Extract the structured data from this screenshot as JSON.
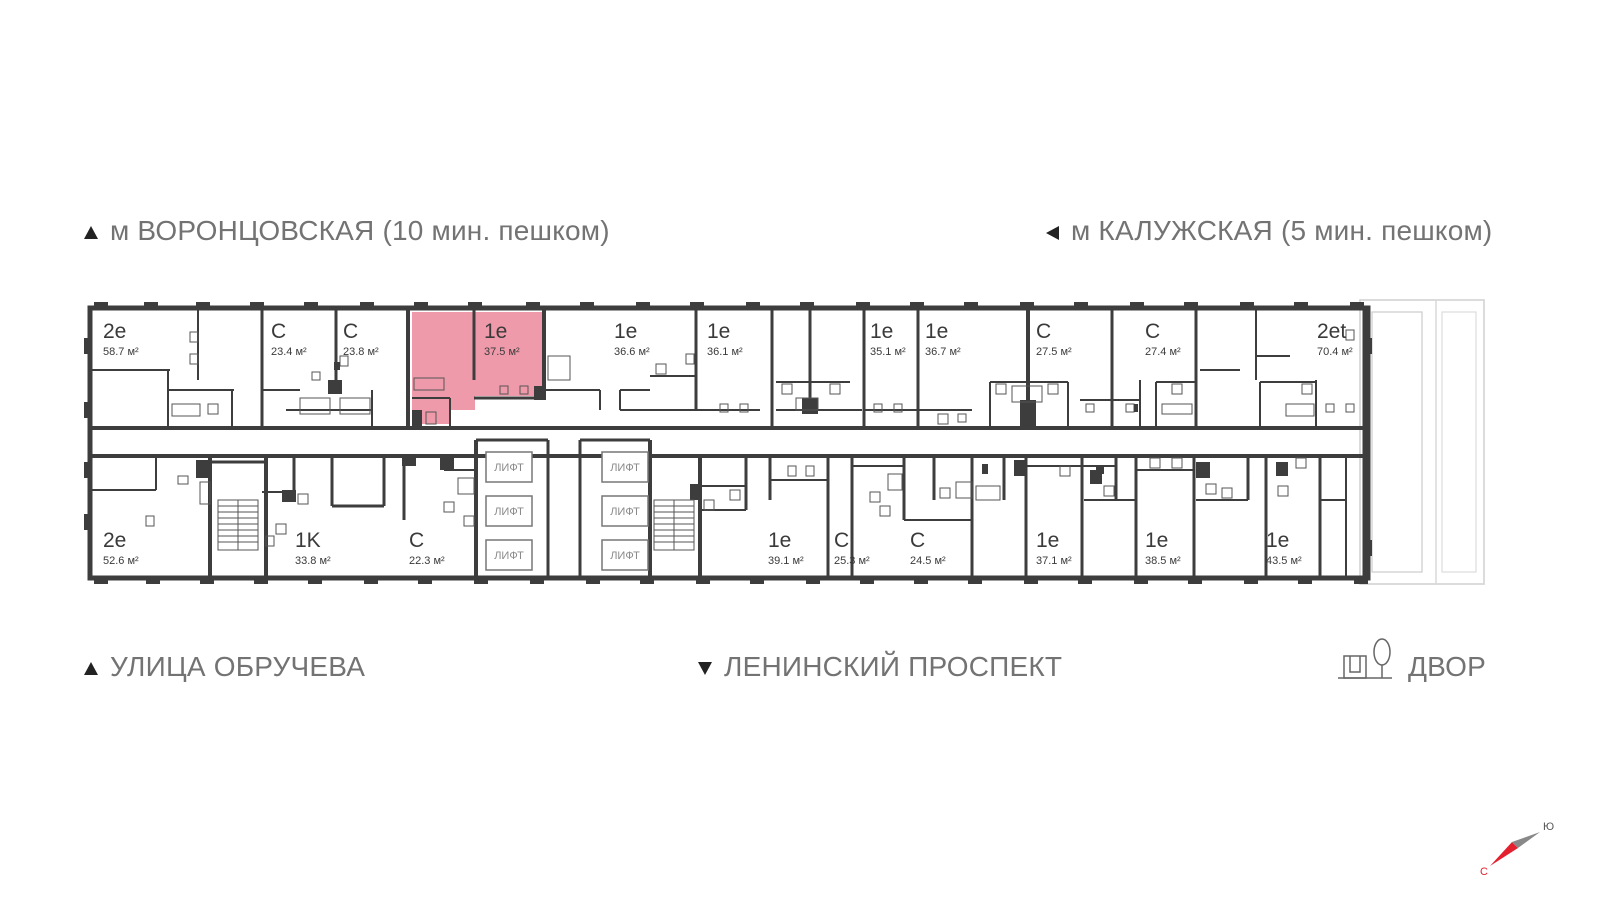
{
  "labels": {
    "metro_left": "м ВОРОНЦОВСКАЯ  (10 мин. пешком)",
    "metro_right": "м КАЛУЖСКАЯ (5 мин. пешком)",
    "street_left": "УЛИЦА ОБРУЧЕВА",
    "street_center": "ЛЕНИНСКИЙ ПРОСПЕКТ",
    "yard": "ДВОР"
  },
  "compass": {
    "north": "С",
    "south": "Ю"
  },
  "lift_label": "ЛИФТ",
  "highlight_color": "#ef9aaa",
  "selected_apartment": "1e-37.5",
  "apartments_top": [
    {
      "code": "2e",
      "area": "58.7 м²"
    },
    {
      "code": "С",
      "area": "23.4 м²"
    },
    {
      "code": "С",
      "area": "23.8 м²"
    },
    {
      "code": "1e",
      "area": "37.5 м²",
      "selected": true
    },
    {
      "code": "1e",
      "area": "36.6 м²"
    },
    {
      "code": "1e",
      "area": "36.1 м²"
    },
    {
      "code": "1e",
      "area": "35.1 м²"
    },
    {
      "code": "1e",
      "area": "36.7 м²"
    },
    {
      "code": "С",
      "area": "27.5 м²"
    },
    {
      "code": "С",
      "area": "27.4 м²"
    },
    {
      "code": "2et",
      "area": "70.4 м²"
    }
  ],
  "apartments_bottom": [
    {
      "code": "2e",
      "area": "52.6 м²"
    },
    {
      "code": "1K",
      "area": "33.8 м²"
    },
    {
      "code": "С",
      "area": "22.3 м²"
    },
    {
      "code": "1e",
      "area": "39.1 м²"
    },
    {
      "code": "С",
      "area": "25.3 м²"
    },
    {
      "code": "С",
      "area": "24.5 м²"
    },
    {
      "code": "1e",
      "area": "37.1 м²"
    },
    {
      "code": "1e",
      "area": "38.5 м²"
    },
    {
      "code": "1e",
      "area": "43.5 м²"
    }
  ]
}
